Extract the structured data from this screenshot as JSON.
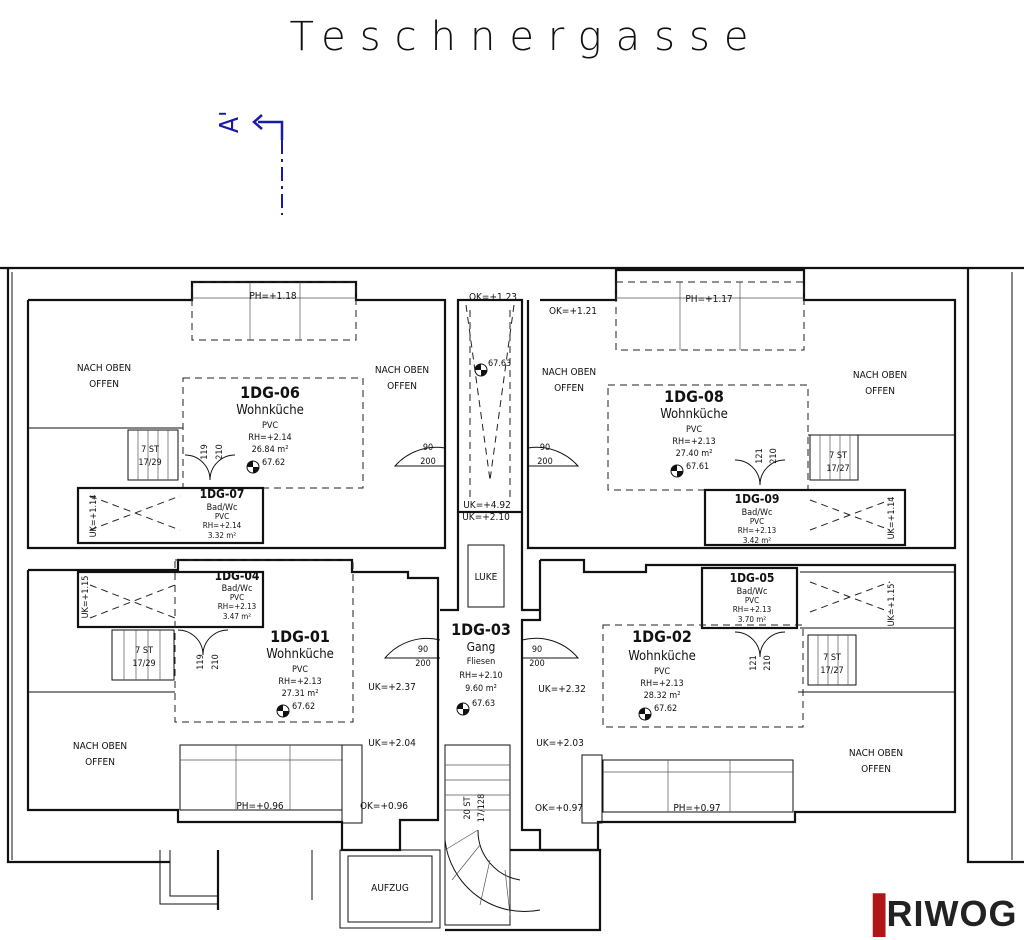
{
  "header": {
    "street_name": "Teschnergasse"
  },
  "section_marker": {
    "label": "A'"
  },
  "brand": {
    "logo_text": "RIWOG",
    "accent_color": "#b01616",
    "section_color": "#1a1aa8"
  },
  "rooms": [
    {
      "id": "1DG-06",
      "name": "Wohnküche",
      "floor": "PVC",
      "rh": "RH=+2.14",
      "area": "26.84 m²",
      "level": "67.62"
    },
    {
      "id": "1DG-07",
      "name": "Bad/Wc",
      "floor": "PVC",
      "rh": "RH=+2.14",
      "area": "3.32 m²"
    },
    {
      "id": "1DG-08",
      "name": "Wohnküche",
      "floor": "PVC",
      "rh": "RH=+2.13",
      "area": "27.40 m²",
      "level": "67.61"
    },
    {
      "id": "1DG-09",
      "name": "Bad/Wc",
      "floor": "PVC",
      "rh": "RH=+2.13",
      "area": "3.42 m²"
    },
    {
      "id": "1DG-04",
      "name": "Bad/Wc",
      "floor": "PVC",
      "rh": "RH=+2.13",
      "area": "3.47 m²"
    },
    {
      "id": "1DG-01",
      "name": "Wohnküche",
      "floor": "PVC",
      "rh": "RH=+2.13",
      "area": "27.31 m²",
      "level": "67.62"
    },
    {
      "id": "1DG-03",
      "name": "Gang",
      "floor": "Fliesen",
      "rh": "RH=+2.10",
      "area": "9.60 m²",
      "level": "67.63"
    },
    {
      "id": "1DG-05",
      "name": "Bad/Wc",
      "floor": "PVC",
      "rh": "RH=+2.13",
      "area": "3.70 m²"
    },
    {
      "id": "1DG-02",
      "name": "Wohnküche",
      "floor": "PVC",
      "rh": "RH=+2.13",
      "area": "28.32 m²",
      "level": "67.62"
    }
  ],
  "notes": {
    "open_line1": "NACH OBEN",
    "open_line2": "OFFEN",
    "luke": "LUKE",
    "aufzug": "AUFZUG",
    "ph_118": "PH=+1.18",
    "ph_117": "PH=+1.17",
    "ph_096": "PH=+0.96",
    "ph_097": "PH=+0.97",
    "ok_123": "OK=+1.23",
    "ok_121": "OK=+1.21",
    "ok_096": "OK=+0.96",
    "ok_097": "OK=+0.97",
    "uk_492": "UK=+4.92",
    "uk_210": "UK=+2.10",
    "uk_237": "UK=+2.37",
    "uk_232": "UK=+2.32",
    "uk_204": "UK=+2.04",
    "uk_203": "UK=+2.03",
    "uk_114": "UK=+1.14",
    "uk_115": "UK=+1.15",
    "level_6763": "67.63",
    "door_90": "90",
    "door_200": "200",
    "door_119": "119",
    "door_121": "121",
    "door_210": "210",
    "stair_7st": "7 ST",
    "stair_1729": "17/29",
    "stair_1727": "17/27",
    "stair_20st": "20 ST",
    "stair_17128": "17/128"
  }
}
